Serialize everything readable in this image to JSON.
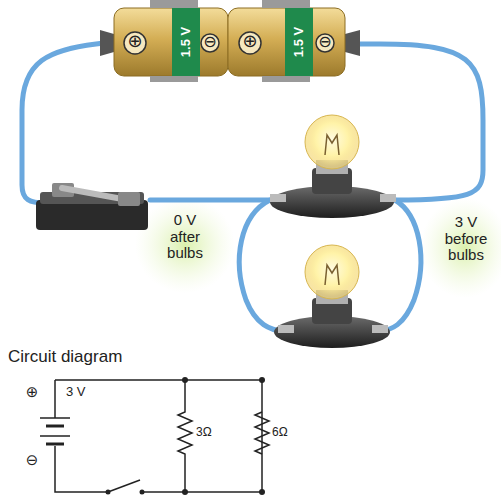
{
  "diagram": {
    "labels": [
      "1.5 V",
      "1.5 V",
      "⊕",
      "⊖",
      "⊕",
      "⊖",
      "0 V after bulbs",
      "3 V before bulbs",
      "Circuit diagram",
      "⊕",
      "3 V",
      "⊖",
      "3Ω",
      "6Ω"
    ]
  }
}
